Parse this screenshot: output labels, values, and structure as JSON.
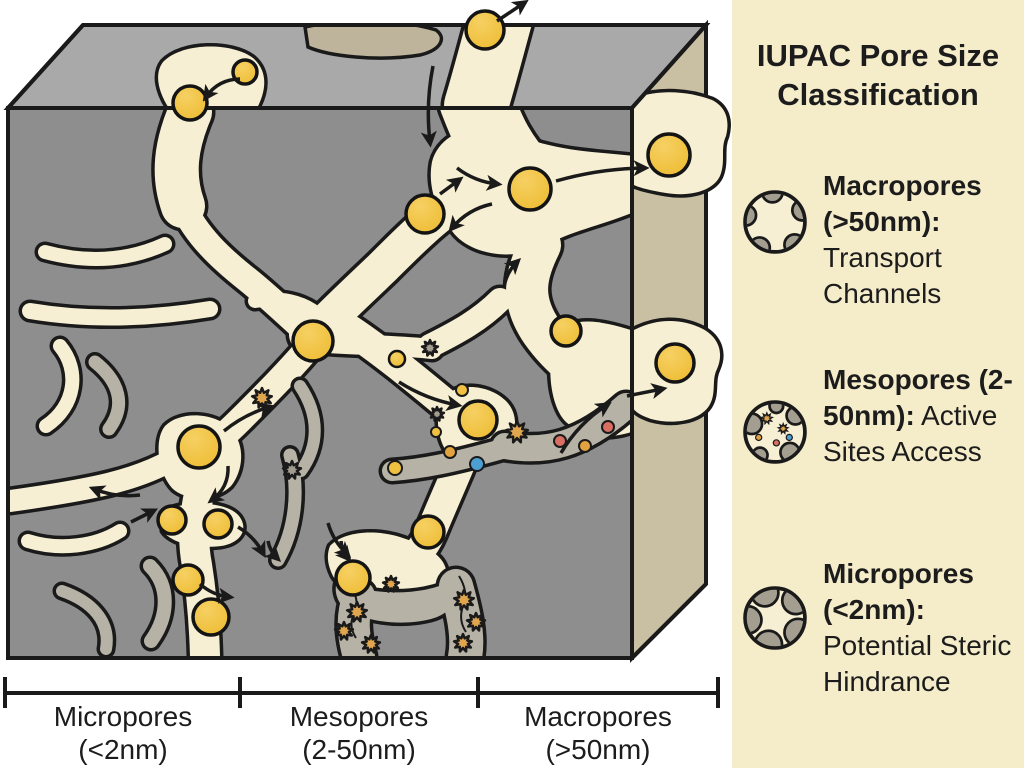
{
  "panel": {
    "title": "IUPAC Pore Size Classification",
    "entries": [
      {
        "name": "Macropores",
        "range": "(>50nm):",
        "description": "Transport Channels",
        "icon": "macropores-icon"
      },
      {
        "name": "Mesopores",
        "range": "(2-50nm):",
        "description": "Active Sites Access",
        "icon": "mesopores-icon"
      },
      {
        "name": "Micropores",
        "range": "(<2nm):",
        "description": "Potential Steric Hindrance",
        "icon": "micropores-icon"
      }
    ]
  },
  "scalebar": {
    "segments": [
      {
        "label": "Micropores",
        "range": "(<2nm)"
      },
      {
        "label": "Mesopores",
        "range": "(2-50nm)"
      },
      {
        "label": "Macropores",
        "range": "(>50nm)"
      }
    ]
  },
  "illustration": {
    "colors": {
      "matrix": "#8e8e8e",
      "top_face": "#a9a9a9",
      "side_face": "#c9c0a4",
      "pore": "#f6efd3",
      "lining": "#b6b2a6",
      "patch": "#bdb49b",
      "outline": "#1a1a1a",
      "molecule": "#f0c140",
      "molecule_light": "#f6d063",
      "star_orange": "#dfa54f",
      "star_gray": "#a39d8f",
      "dot_red": "#d96f62",
      "dot_blue": "#4e9fd1",
      "dot_orange": "#e2a23f",
      "panel_bg": "#f5ecca",
      "text": "#1c1c1c",
      "icon_lobe": "#a49e91"
    },
    "molecules": [
      [
        485,
        30,
        19
      ],
      [
        245,
        72,
        12
      ],
      [
        190,
        103,
        17
      ],
      [
        530,
        189,
        21
      ],
      [
        425,
        214,
        19
      ],
      [
        669,
        155,
        21
      ],
      [
        313,
        341,
        20
      ],
      [
        566,
        331,
        15
      ],
      [
        675,
        363,
        19
      ],
      [
        199,
        447,
        21
      ],
      [
        478,
        420,
        19
      ],
      [
        397,
        359,
        8
      ],
      [
        428,
        532,
        16
      ],
      [
        172,
        520,
        14
      ],
      [
        218,
        524,
        14
      ],
      [
        188,
        580,
        15
      ],
      [
        211,
        617,
        18
      ],
      [
        353,
        578,
        17
      ]
    ],
    "reactant_stars": [
      [
        262,
        398,
        10,
        "orange"
      ],
      [
        292,
        470,
        9,
        "gray"
      ],
      [
        437,
        414,
        7,
        "gray"
      ],
      [
        517,
        432,
        11,
        "orange"
      ],
      [
        430,
        348,
        8,
        "gray"
      ],
      [
        357,
        612,
        10,
        "orange"
      ],
      [
        344,
        631,
        9,
        "orange"
      ],
      [
        371,
        644,
        9,
        "orange"
      ],
      [
        464,
        600,
        10,
        "orange"
      ],
      [
        476,
        622,
        9,
        "orange"
      ],
      [
        463,
        643,
        9,
        "orange"
      ],
      [
        391,
        584,
        8,
        "orange"
      ]
    ],
    "dots": [
      [
        560,
        441,
        6,
        "red"
      ],
      [
        608,
        427,
        6,
        "red"
      ],
      [
        585,
        446,
        6,
        "orange"
      ],
      [
        477,
        464,
        7,
        "blue"
      ],
      [
        450,
        452,
        6,
        "orange"
      ],
      [
        462,
        390,
        6,
        "yellow"
      ],
      [
        436,
        432,
        5,
        "yellow"
      ],
      [
        395,
        468,
        7,
        "yellow"
      ]
    ],
    "arrows": [
      [
        497,
        21,
        524,
        3,
        0
      ],
      [
        240,
        79,
        206,
        97,
        10
      ],
      [
        433,
        66,
        430,
        142,
        6
      ],
      [
        457,
        168,
        497,
        184,
        6
      ],
      [
        556,
        181,
        644,
        168,
        -6
      ],
      [
        440,
        194,
        459,
        180,
        0
      ],
      [
        492,
        204,
        452,
        228,
        8
      ],
      [
        504,
        288,
        517,
        262,
        -5
      ],
      [
        224,
        431,
        269,
        407,
        -5
      ],
      [
        140,
        495,
        94,
        489,
        -6
      ],
      [
        228,
        466,
        212,
        500,
        -10
      ],
      [
        131,
        522,
        153,
        511,
        0
      ],
      [
        238,
        527,
        263,
        553,
        -5
      ],
      [
        328,
        523,
        347,
        554,
        5
      ],
      [
        200,
        584,
        229,
        597,
        5
      ],
      [
        399,
        382,
        457,
        405,
        6
      ],
      [
        561,
        453,
        607,
        405,
        -8
      ],
      [
        627,
        396,
        662,
        389,
        0
      ],
      [
        268,
        541,
        277,
        558,
        3
      ],
      [
        341,
        541,
        348,
        558,
        3
      ]
    ]
  }
}
